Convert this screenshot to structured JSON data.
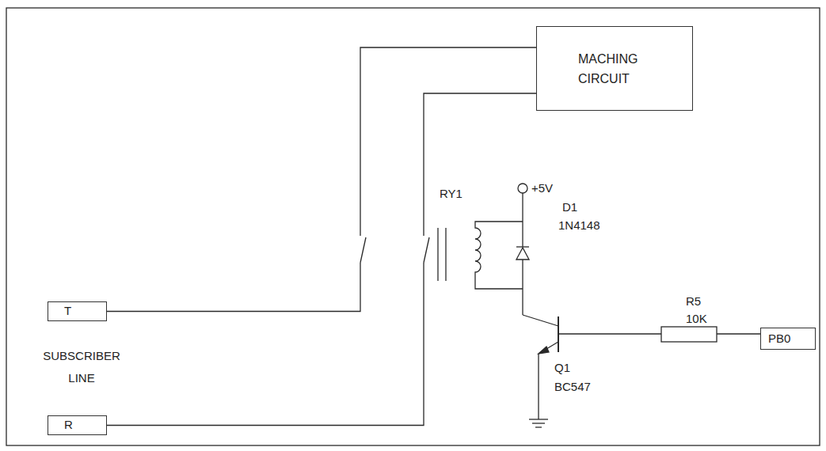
{
  "diagram": {
    "nodes": [
      {
        "text": [
          "MACHING CIRCUIT"
        ]
      },
      {
        "text": [
          "T"
        ]
      },
      {
        "text": [
          "PB0"
        ]
      },
      {
        "text": [
          "R"
        ]
      }
    ],
    "edges": [
      {
        "from": 1,
        "to": 0,
        "arrow": "none"
      },
      {
        "from": 3,
        "to": 0,
        "arrow": "none"
      }
    ],
    "labels": [
      "RY1",
      "+5V",
      "D1",
      "1N4148",
      "SUBSCRIBER LINE",
      "R5",
      "10K",
      "Q1",
      "BC547"
    ]
  }
}
